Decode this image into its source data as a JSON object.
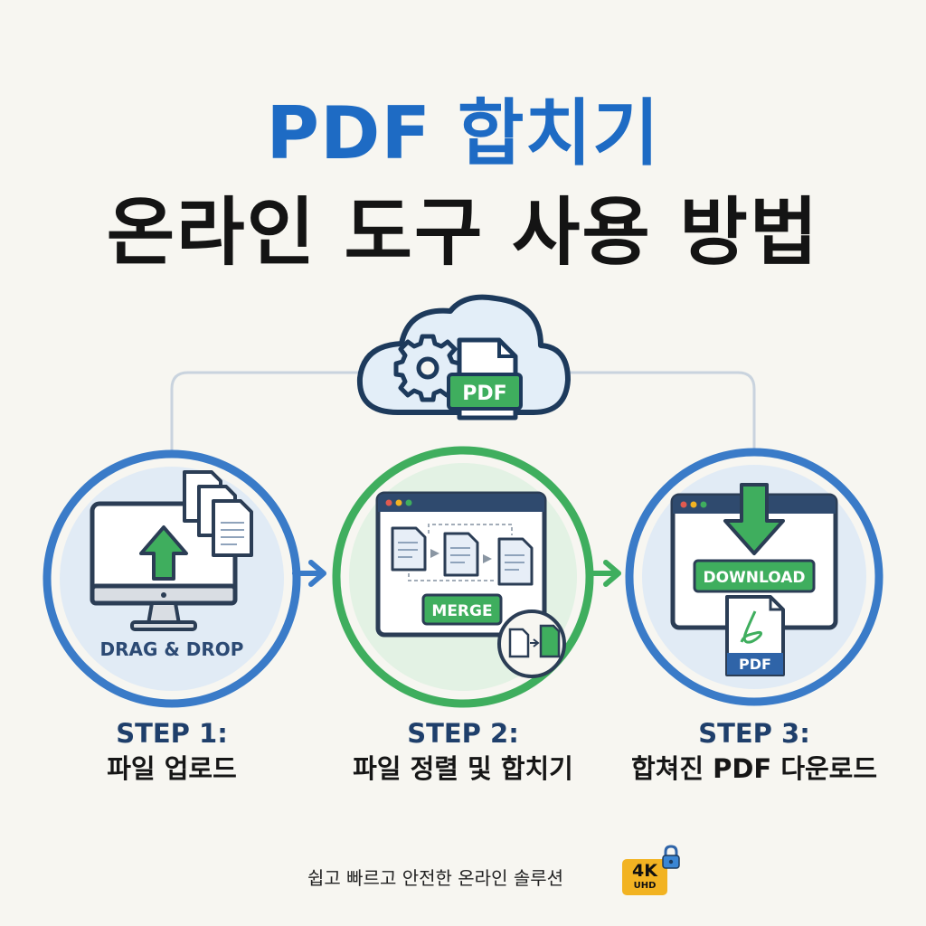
{
  "header": {
    "title_line1": "PDF 합치기",
    "title_line2": "온라인 도구 사용 방법"
  },
  "cloud": {
    "pdf_label": "PDF"
  },
  "steps": [
    {
      "label": "STEP 1:",
      "desc": "파일 업로드",
      "caption": "DRAG & DROP"
    },
    {
      "label": "STEP 2:",
      "desc": "파일 정렬 및 합치기",
      "caption": "MERGE"
    },
    {
      "label": "STEP 3:",
      "desc": "합쳐진 PDF 다운로드",
      "caption": "DOWNLOAD",
      "file_label": "PDF"
    }
  ],
  "footer": {
    "text": "쉽고 빠르고 안전한 온라인 솔루션",
    "badge_main": "4K",
    "badge_sub": "UHD"
  },
  "colors": {
    "blue": "#1e6bc4",
    "step_blue": "#3a7bc8",
    "green": "#3fae5e",
    "dark": "#141414",
    "badge": "#f2b322"
  }
}
